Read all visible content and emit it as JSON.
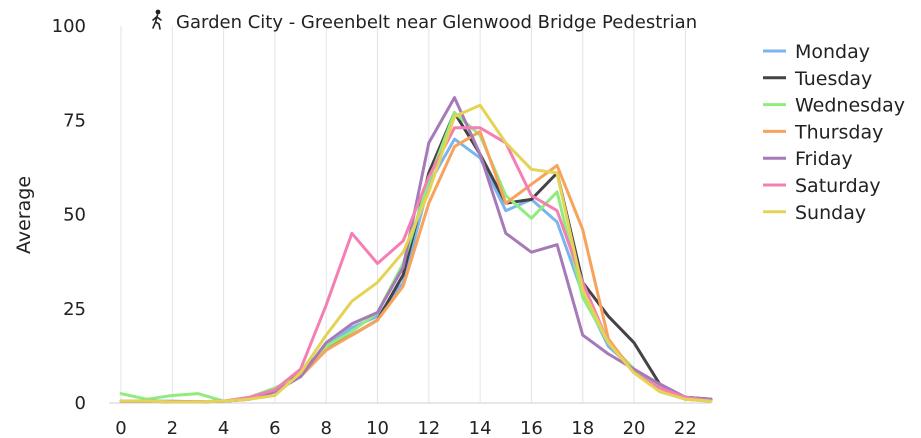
{
  "chart_data": {
    "type": "line",
    "title": "Garden City - Greenbelt near Glenwood Bridge Pedestrian",
    "title_icon": "pedestrian-icon",
    "xlabel": "",
    "ylabel": "Average",
    "xlim": [
      0,
      23
    ],
    "ylim": [
      0,
      100
    ],
    "x_ticks": [
      0,
      2,
      4,
      6,
      8,
      10,
      12,
      14,
      16,
      18,
      20,
      22
    ],
    "y_ticks": [
      0,
      25,
      50,
      75,
      100
    ],
    "grid": "vertical",
    "legend_position": "top-right",
    "x": [
      0,
      1,
      2,
      3,
      4,
      5,
      6,
      7,
      8,
      9,
      10,
      11,
      12,
      13,
      14,
      15,
      16,
      17,
      18,
      19,
      20,
      21,
      22,
      23
    ],
    "series": [
      {
        "name": "Monday",
        "color": "#7cb5ec",
        "values": [
          0.5,
          0.5,
          0.5,
          0.3,
          0.5,
          1,
          3,
          7,
          15,
          20,
          23,
          32,
          58,
          70,
          65,
          51,
          54,
          48,
          29,
          15,
          9,
          4,
          1.5,
          1
        ]
      },
      {
        "name": "Tuesday",
        "color": "#434348",
        "values": [
          0.5,
          0.5,
          0.3,
          0.3,
          0.5,
          1,
          3,
          8,
          15,
          18,
          22,
          34,
          61,
          77,
          66,
          53,
          54,
          61,
          32,
          23,
          16,
          5,
          1.5,
          1
        ]
      },
      {
        "name": "Wednesday",
        "color": "#90ed7d",
        "values": [
          2.5,
          1,
          2,
          2.5,
          0.5,
          1.5,
          4,
          7,
          15,
          19,
          24,
          37,
          59,
          77,
          71,
          55,
          49,
          56,
          28,
          16,
          9,
          4,
          1,
          0.5
        ]
      },
      {
        "name": "Thursday",
        "color": "#f7a35c",
        "values": [
          0.5,
          0.5,
          0.3,
          0.3,
          0.5,
          1,
          3,
          7,
          14,
          18,
          22,
          31,
          53,
          68,
          72,
          53,
          58,
          63,
          46,
          17,
          8,
          4,
          1,
          0.5
        ]
      },
      {
        "name": "Friday",
        "color": "#a679b8",
        "values": [
          0.5,
          0.5,
          0.3,
          0.3,
          0.5,
          1,
          3,
          7,
          16,
          21,
          24,
          36,
          69,
          81,
          66,
          45,
          40,
          42,
          18,
          13,
          9,
          5,
          1.5,
          1
        ]
      },
      {
        "name": "Saturday",
        "color": "#f47fb4",
        "values": [
          0.5,
          0.5,
          0.3,
          0.3,
          0.5,
          1.5,
          3.5,
          9,
          26,
          45,
          37,
          43,
          60,
          73,
          73,
          69,
          55,
          51,
          32,
          16,
          8,
          4,
          1.5,
          0.5
        ]
      },
      {
        "name": "Sunday",
        "color": "#e4d354",
        "values": [
          0.5,
          0.5,
          0.3,
          0.3,
          0.5,
          1,
          2,
          8,
          18,
          27,
          32,
          40,
          56,
          76,
          79,
          69,
          62,
          61,
          30,
          16,
          8,
          3,
          1,
          0.5
        ]
      }
    ]
  }
}
